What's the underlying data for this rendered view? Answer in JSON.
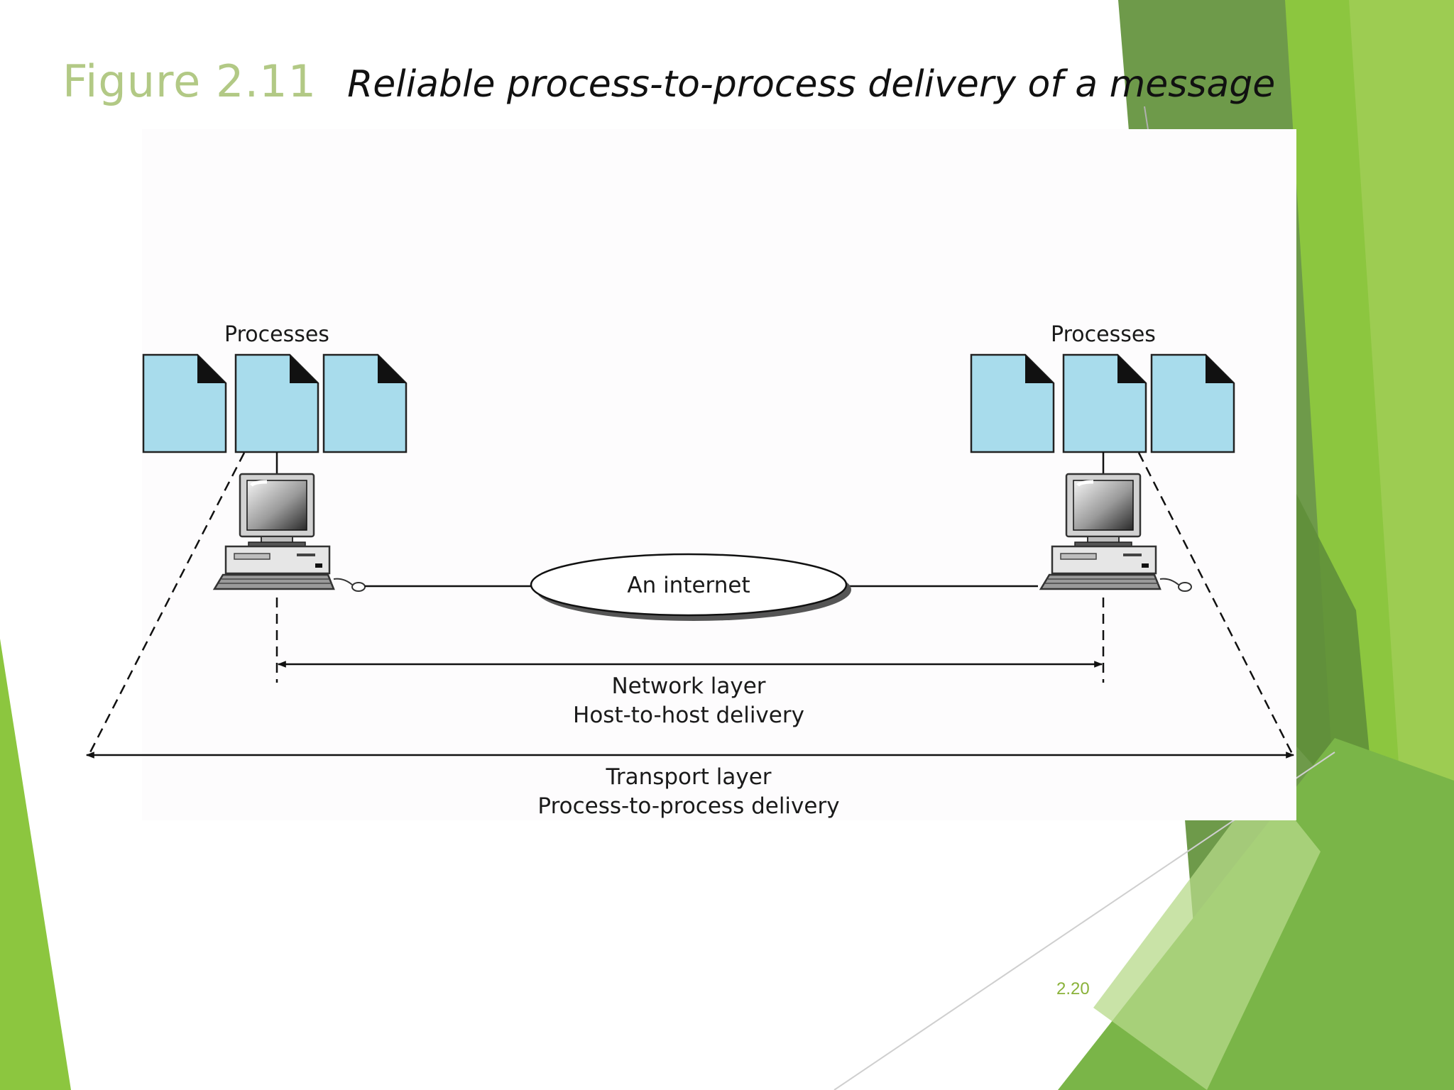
{
  "title": {
    "figure_number": "Figure 2.11",
    "caption": "Reliable process-to-process delivery of a message"
  },
  "diagram": {
    "left_host": {
      "processes_label": "Processes"
    },
    "right_host": {
      "processes_label": "Processes"
    },
    "network_cloud_label": "An internet",
    "network_layer": {
      "layer": "Network layer",
      "delivery": "Host-to-host delivery"
    },
    "transport_layer": {
      "layer": "Transport layer",
      "delivery": "Process-to-process delivery"
    }
  },
  "slide_number": "2.20",
  "colors": {
    "title_accent": "#b2c985",
    "slide_number": "#8ab23a",
    "process_fill": "#a8dcec",
    "theme_green_dark": "#6f9f48",
    "theme_green_light": "#8cc63f"
  }
}
